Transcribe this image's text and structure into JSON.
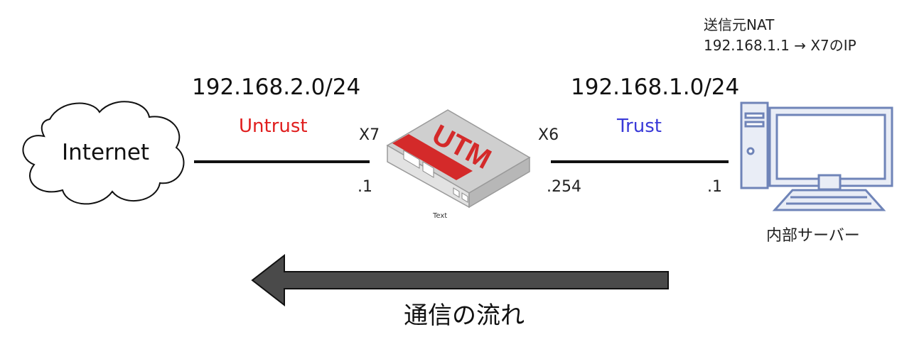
{
  "internet": {
    "label": "Internet"
  },
  "untrust": {
    "network": "192.168.2.0/24",
    "zone": "Untrust",
    "zone_color": "#e01e1e",
    "host_octet": ".1"
  },
  "utm": {
    "label": "UTM",
    "sub_label": "Text",
    "port_untrust": "X7",
    "port_trust": "X6",
    "body_color": "#d8d8d8",
    "accent_color": "#d42a2a"
  },
  "trust": {
    "network": "192.168.1.0/24",
    "zone": "Trust",
    "zone_color": "#3a3ad8",
    "gateway_octet": ".254",
    "server_octet": ".1"
  },
  "nat": {
    "title": "送信元NAT",
    "rule": "192.168.1.1 → X7のIP"
  },
  "server": {
    "label": "内部サーバー",
    "icon_color": "#6f84b8"
  },
  "flow": {
    "label": "通信の流れ",
    "arrow_color": "#4a4a4a"
  }
}
